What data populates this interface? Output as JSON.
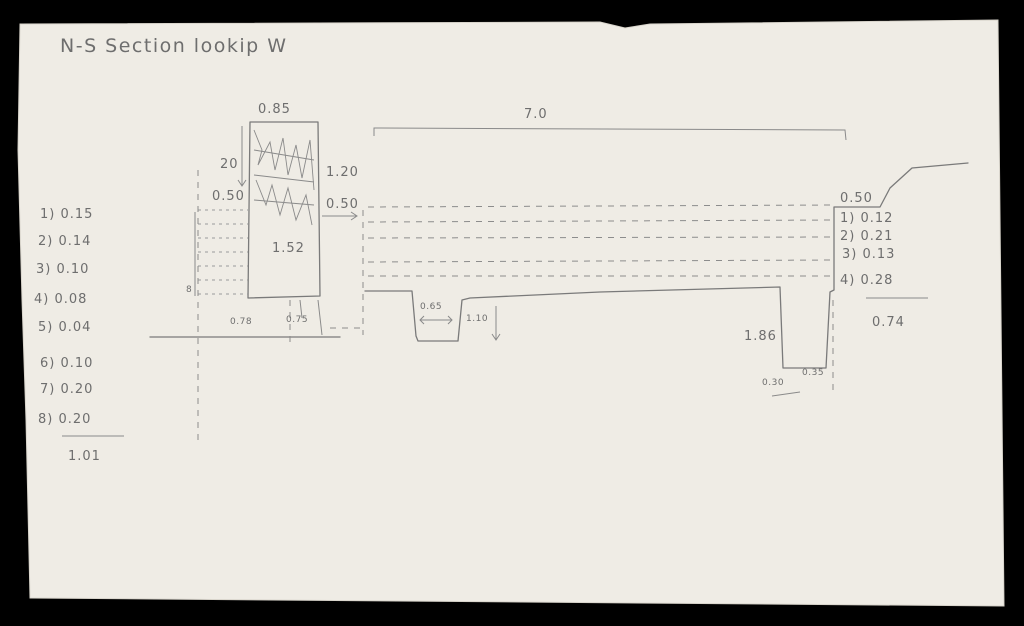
{
  "title": "N-S Section lookip W",
  "dims": {
    "top_width": "0.85",
    "span": "7.0",
    "d20": "20",
    "d120": "1.20",
    "d050_left": "0.50",
    "d050_mid": "0.50",
    "d152": "1.52",
    "d078": "0.78",
    "d075": "0.75",
    "d065": "0.65",
    "d110": "1.10",
    "d186": "1.86",
    "d030": "0.30",
    "d035": "0.35",
    "d050_right": "0.50",
    "d8": "8"
  },
  "left_list": {
    "items": [
      "1) 0.15",
      "2) 0.14",
      "3) 0.10",
      "4) 0.08",
      "5) 0.04",
      "6) 0.10",
      "7) 0.20",
      "8) 0.20"
    ],
    "total": "1.01"
  },
  "right_list": {
    "items": [
      "1) 0.12",
      "2) 0.21",
      "3) 0.13",
      "4) 0.28"
    ],
    "total": "0.74"
  },
  "colors": {
    "paper": "#efece5",
    "pencil": "#6e6e6e",
    "background": "#000000"
  }
}
